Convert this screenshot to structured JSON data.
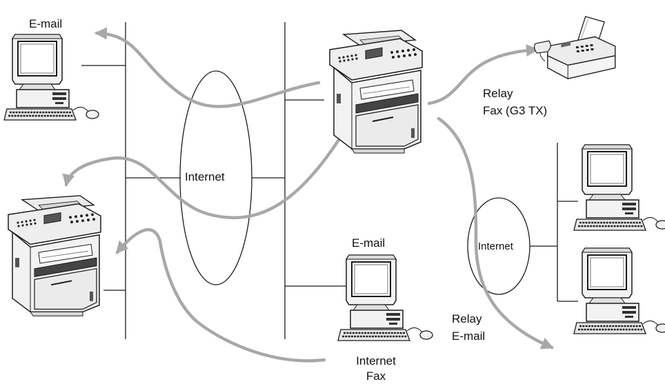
{
  "labels": {
    "email_top_left": "E-mail",
    "internet_main": "Internet",
    "relay_fax_line1": "Relay",
    "relay_fax_line2": "Fax (G3 TX)",
    "email_bottom": "E-mail",
    "internet_right": "Internet",
    "relay_email_line1": "Relay",
    "relay_email_line2": "E-mail",
    "internet_fax_line1": "Internet",
    "internet_fax_line2": "Fax"
  },
  "colors": {
    "flow_arrow": "#a8a8a8",
    "line": "#1a1a1a",
    "device_body": "#f2f2f2",
    "screen": "#ffffff"
  },
  "icons": {
    "computer": "desktop-computer-icon",
    "mfc": "multifunction-printer-icon",
    "fax": "fax-machine-icon"
  }
}
